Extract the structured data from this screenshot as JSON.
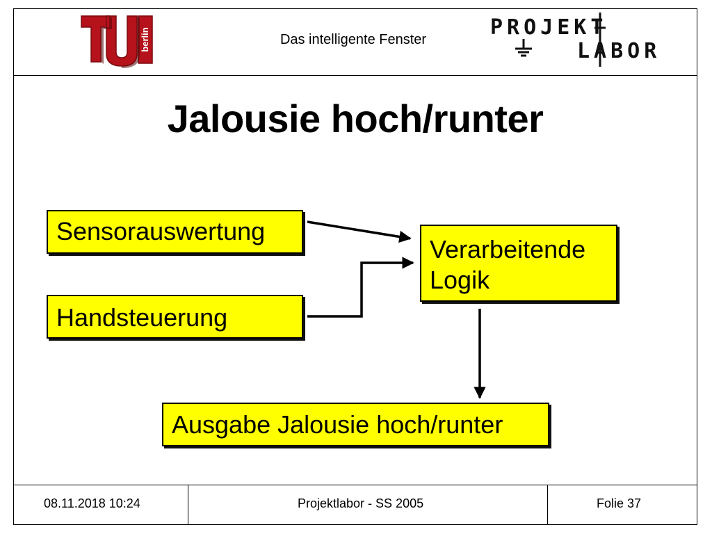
{
  "header": {
    "title": "Das intelligente Fenster",
    "logo_left": "TU berlin",
    "logo_right_line1": "PROJEKT",
    "logo_right_line2": "LABOR"
  },
  "slide": {
    "title": "Jalousie hoch/runter"
  },
  "diagram": {
    "nodes": {
      "sensor": "Sensorauswertung",
      "hand": "Handsteuerung",
      "logic_line1": "Verarbeitende",
      "logic_line2": "Logik",
      "output": "Ausgabe Jalousie hoch/runter"
    },
    "edges": [
      {
        "from": "sensor",
        "to": "logic"
      },
      {
        "from": "hand",
        "to": "logic"
      },
      {
        "from": "logic",
        "to": "output"
      }
    ],
    "colors": {
      "box_fill": "#ffff00",
      "stroke": "#000000"
    }
  },
  "footer": {
    "date": "08.11.2018 10:24",
    "course": "Projektlabor - SS 2005",
    "slide_number": "Folie 37"
  }
}
